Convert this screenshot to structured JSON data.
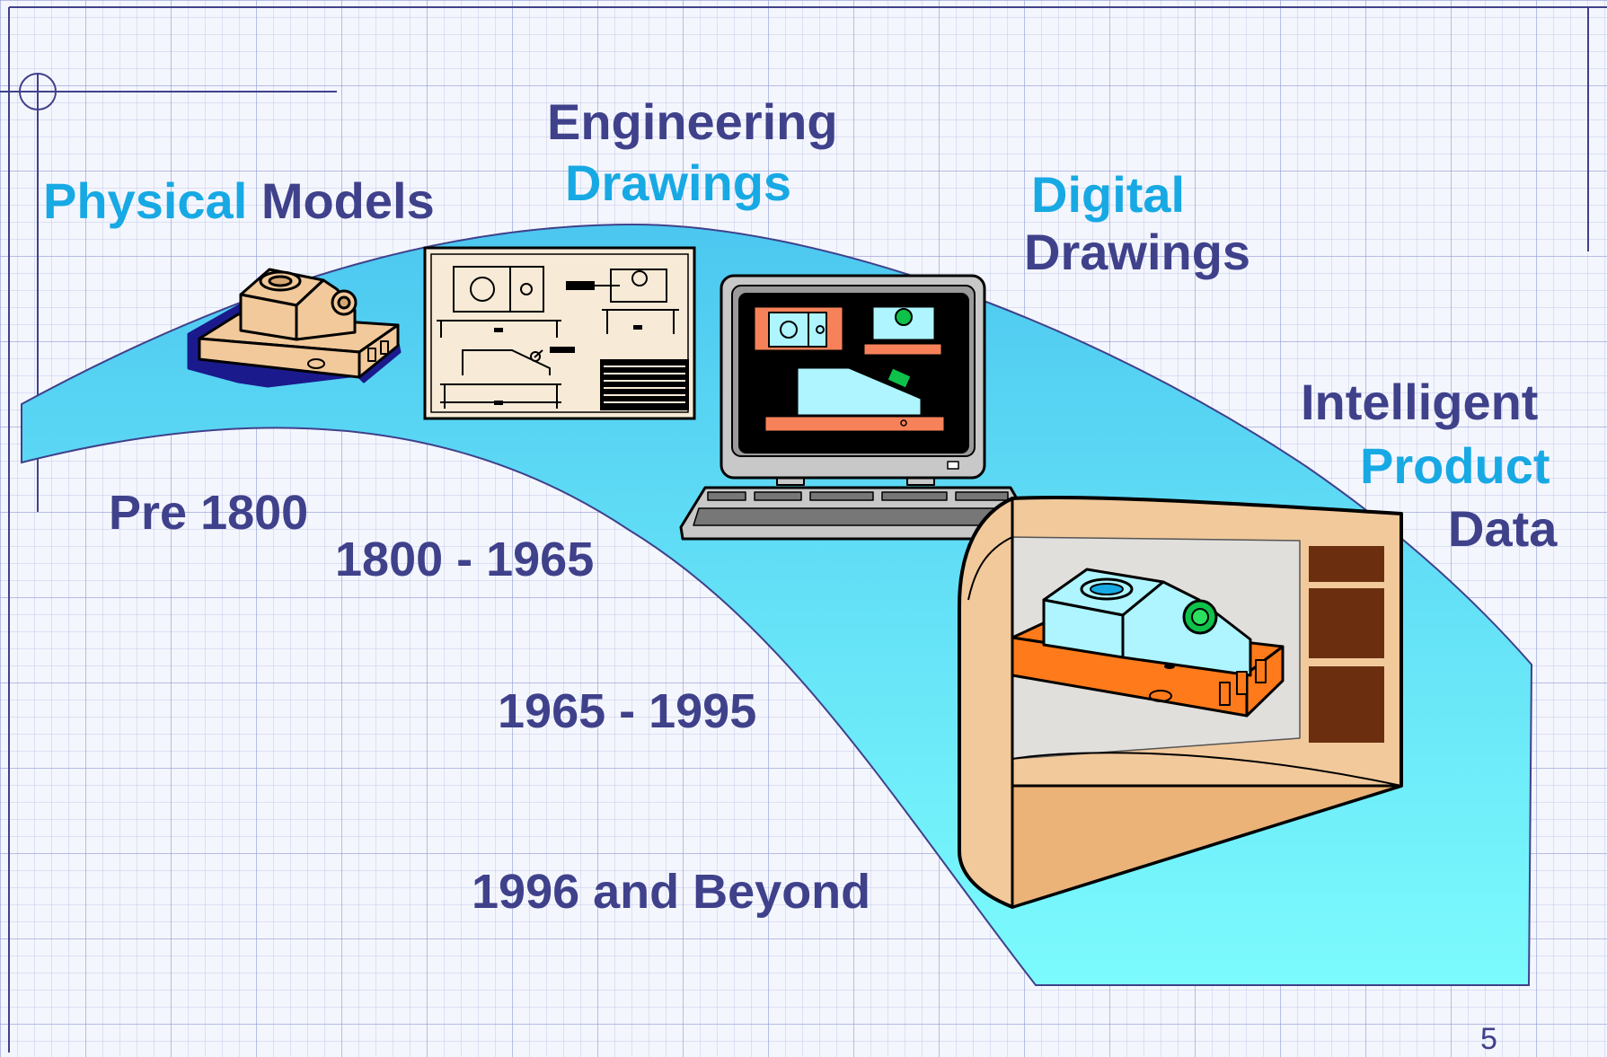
{
  "slide": {
    "page_number": "5",
    "colors": {
      "navy": "#3f418b",
      "cyan": "#17a9e4",
      "band_top": "#4cc7f0",
      "band_bottom": "#7cfbfd",
      "tan": "#f2c99b",
      "orange": "#ff7a1a",
      "salmon": "#f7825a",
      "pale_cyan": "#aef5ff",
      "brown": "#6b2f10"
    }
  },
  "eras": [
    {
      "title_lines": [
        {
          "parts": [
            {
              "text": "Physical",
              "color": "cyan"
            },
            {
              "text": " Models",
              "color": "navy"
            }
          ]
        }
      ],
      "period": "Pre 1800",
      "illustration": "physical-model-block"
    },
    {
      "title_lines": [
        {
          "parts": [
            {
              "text": "Engineering",
              "color": "navy"
            }
          ]
        },
        {
          "parts": [
            {
              "text": "Drawings",
              "color": "cyan"
            }
          ]
        }
      ],
      "period": "1800 - 1965",
      "illustration": "engineering-drawing-sheet"
    },
    {
      "title_lines": [
        {
          "parts": [
            {
              "text": "Digital",
              "color": "cyan"
            }
          ]
        },
        {
          "parts": [
            {
              "text": "Drawings",
              "color": "navy"
            }
          ]
        }
      ],
      "period": "1965 - 1995",
      "illustration": "computer-workstation"
    },
    {
      "title_lines": [
        {
          "parts": [
            {
              "text": "Intelligent",
              "color": "navy"
            }
          ]
        },
        {
          "parts": [
            {
              "text": "Product",
              "color": "cyan"
            }
          ]
        },
        {
          "parts": [
            {
              "text": "Data",
              "color": "navy"
            }
          ]
        }
      ],
      "period": "1996 and Beyond",
      "illustration": "3d-model-cylinder"
    }
  ]
}
